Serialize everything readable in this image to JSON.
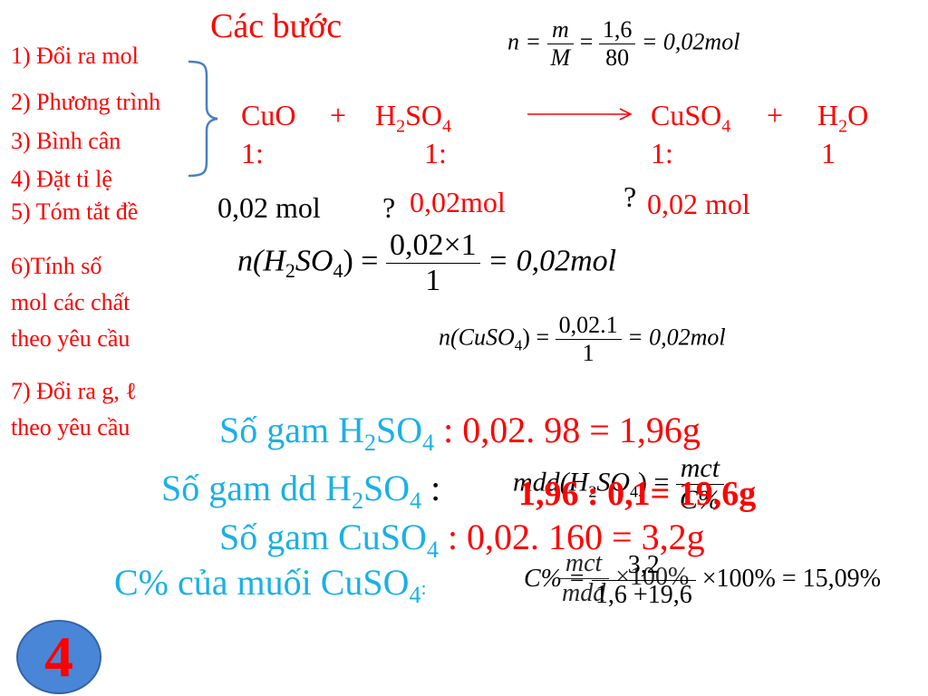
{
  "title": "Các bước",
  "steps": [
    "1) Đổi ra mol",
    "2) Phương trình",
    "3) Bình cân",
    "4) Đặt tỉ lệ",
    "5) Tóm tắt đề",
    "6)Tính số",
    "mol các chất",
    "theo yêu cầu",
    "7) Đổi ra g, ℓ",
    "theo yêu cầu"
  ],
  "formula_mol": {
    "lhs": "n =",
    "num1": "m",
    "den1": "M",
    "eq1": "=",
    "num2": "1,6",
    "den2": "80",
    "rhs": "= 0,02mol"
  },
  "reaction": {
    "cuo": "CuO",
    "plus1": "+",
    "h2so4_pre": "H",
    "h2so4_s1": "2",
    "h2so4_mid": "SO",
    "h2so4_s2": "4",
    "cuso4_pre": "CuSO",
    "cuso4_s": "4",
    "plus2": "+",
    "h2o_pre": "H",
    "h2o_s": "2",
    "h2o_post": "O"
  },
  "ratios": {
    "r1": "1:",
    "r2": "1:",
    "r3": "1:",
    "r4": "1"
  },
  "moles": {
    "m1": "0,02 mol",
    "q1": "?",
    "m2": "0,02mol",
    "q2": "?",
    "m3": "0,02 mol"
  },
  "eq_h2so4": {
    "lhs": "n(H",
    "s1": "2",
    "mid": "SO",
    "s2": "4",
    "close": ") =",
    "num": "0,02×1",
    "den": "1",
    "rhs": "= 0,02mol"
  },
  "eq_cuso4": {
    "lhs": "n(CuSO",
    "s1": "4",
    "close": ") =",
    "num": "0,02.1",
    "den": "1",
    "rhs": "= 0,02mol"
  },
  "gam_h2so4": {
    "pre": "Số gam H",
    "s1": "2",
    "mid": "SO",
    "s2": "4",
    "post": " : 0,02. 98 = 1,96g"
  },
  "gam_dd": {
    "pre": "Số gam dd H",
    "s1": "2",
    "mid": "SO",
    "s2": "4",
    "post": " : ",
    "red": "1,96 : 0,1= 19,6g"
  },
  "overlay_dd": {
    "lhs": "mdd(H",
    "s1": "2",
    "mid": "SO",
    "s2": "4",
    "close": ") =",
    "num": "mct",
    "den": "C%"
  },
  "gam_cuso4": {
    "pre": "Số gam CuSO",
    "s1": "4",
    "post": " : 0,02. 160 = 3,2g"
  },
  "cpct": {
    "pre": "C% của muối CuSO",
    "s1": "4",
    "post": ":"
  },
  "overlay_cpct": {
    "lhs": "C% =",
    "num": "3,2",
    "den": "1,6 +19,6",
    "rhs": "×100% = 15,09%",
    "num_b": "mct",
    "den_b": "mdd",
    "rhs_b": "×100%"
  },
  "badge": "4",
  "colors": {
    "red": "#ff0000",
    "blue": "#1ab0e6",
    "badge": "#4a86d8"
  }
}
